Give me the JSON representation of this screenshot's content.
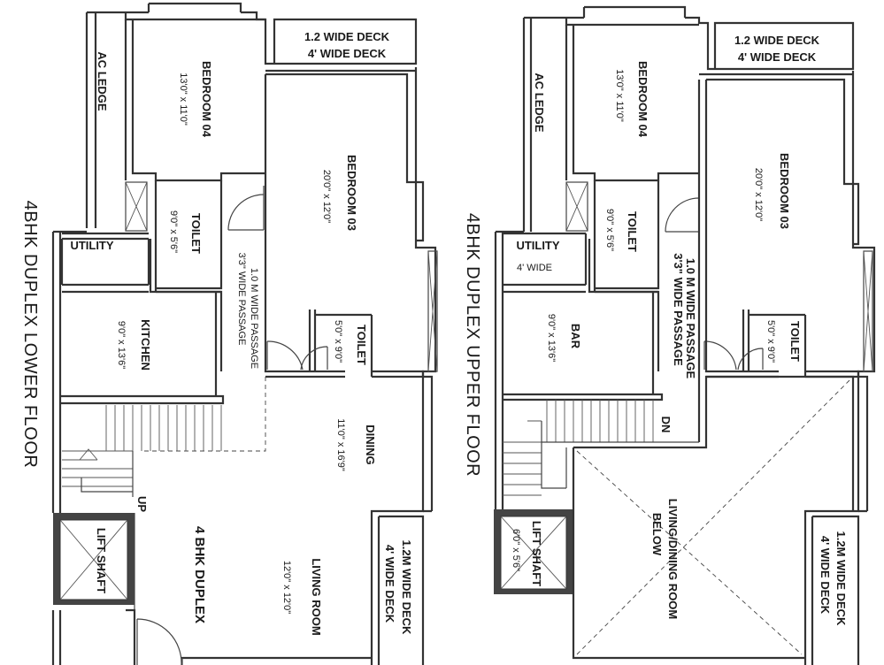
{
  "lower": {
    "title": "4BHK DUPLEX LOWER FLOOR",
    "ac_ledge": "AC LEDGE",
    "deck_top": [
      "1.2 WIDE DECK",
      "4'  WIDE DECK"
    ],
    "bedroom4": {
      "name": "BEDROOM 04",
      "dim": "13'0\" x 11'0\""
    },
    "bedroom3": {
      "name": "BEDROOM 03",
      "dim": "20'0\" x 12'0\""
    },
    "toilet1": {
      "name": "TOILET",
      "dim": "9'0\" x 5'6\""
    },
    "toilet2": {
      "name": "TOILET",
      "dim": "5'0\" x 9'0\""
    },
    "utility": "UTILITY",
    "kitchen": {
      "name": "KITCHEN",
      "dim": "9'0\" x 13'6\""
    },
    "passage": [
      "1.0 M WIDE PASSAGE",
      "3'3\" WIDE PASSAGE"
    ],
    "dining": {
      "name": "DINING",
      "dim": "11'0\" x 16'9\""
    },
    "living": {
      "name": "LIVING ROOM",
      "dim": "12'0\" x 12'0\""
    },
    "center": "4 BHK DUPLEX",
    "up": "UP",
    "lift": "LIFT SHAFT",
    "deck_side": [
      "1.2M WIDE DECK",
      "4' WIDE DECK"
    ]
  },
  "upper": {
    "title": "4BHK DUPLEX UPPER FLOOR",
    "ac_ledge": "AC LEDGE",
    "deck_top": [
      "1.2 WIDE DECK",
      "4'  WIDE DECK"
    ],
    "bedroom4": {
      "name": "BEDROOM 04",
      "dim": "13'0\" x 11'0\""
    },
    "bedroom3": {
      "name": "BEDROOM 03",
      "dim": "20'0\" x 12'0\""
    },
    "toilet1": {
      "name": "TOILET",
      "dim": "9'0\" x 5'6\""
    },
    "toilet2": {
      "name": "TOILET",
      "dim": "5'0\" x 9'0\""
    },
    "utility": {
      "name": "UTILITY",
      "dim": "4' WIDE"
    },
    "bar": {
      "name": "BAR",
      "dim": "9'0\" x 13'6\""
    },
    "passage": [
      "1.0 M WIDE PASSAGE",
      "3'3\" WIDE PASSAGE"
    ],
    "dn": "DN",
    "living_below": [
      "LIVING/DINING ROOM",
      "BELOW"
    ],
    "lift": {
      "name": "LIFT SHAFT",
      "dim": "6'0\" x 5'6\""
    },
    "deck_side": [
      "1.2M WIDE DECK",
      "4' WIDE DECK"
    ]
  }
}
